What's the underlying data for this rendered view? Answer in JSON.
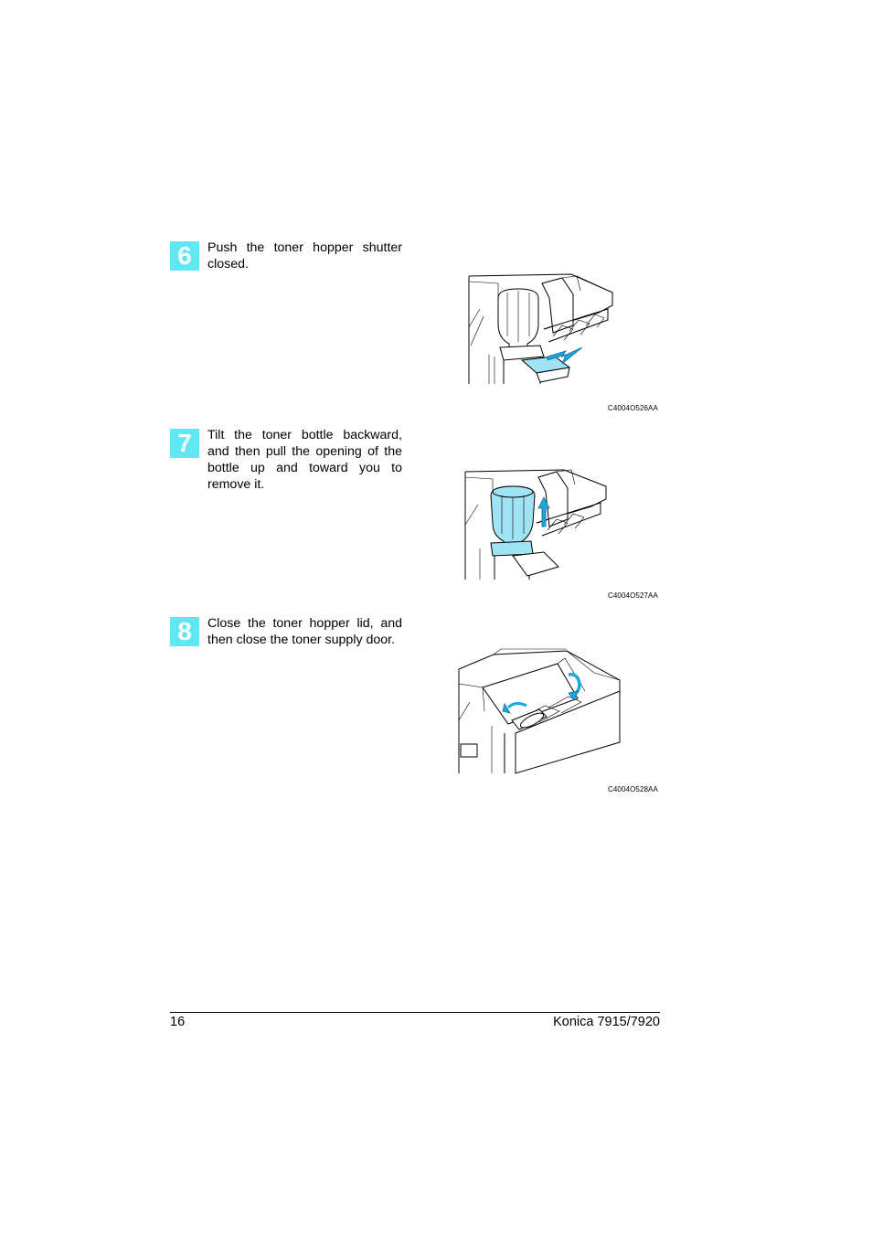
{
  "steps": [
    {
      "number": "6",
      "text": "Push the toner hopper shutter closed.",
      "figure_code": "C4004O526AA"
    },
    {
      "number": "7",
      "text": "Tilt the toner bottle backward, and then pull the opening of the bottle up and toward you to remove it.",
      "figure_code": "C4004O527AA"
    },
    {
      "number": "8",
      "text": "Close the toner hopper lid, and then close the toner supply door.",
      "figure_code": "C4004O528AA"
    }
  ],
  "footer": {
    "page_number": "16",
    "product": "Konica 7915/7920"
  },
  "colors": {
    "step_badge": "#5ee8f2",
    "highlight": "#9fe3f4",
    "arrow": "#1ea7df"
  }
}
